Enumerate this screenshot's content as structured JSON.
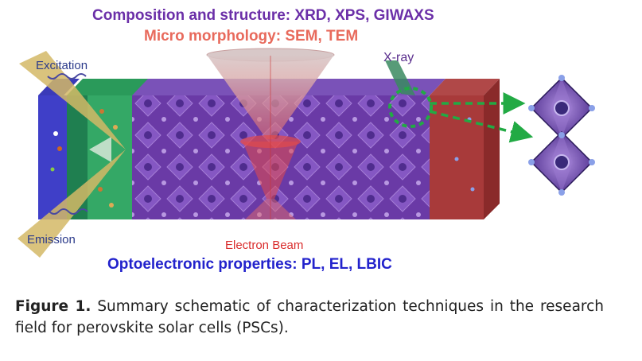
{
  "labels": {
    "composition": "Composition and structure:  XRD,  XPS, GIWAXS",
    "micro": "Micro morphology:    SEM, TEM",
    "xray": "X-ray",
    "excitation": "Excitation",
    "emission": "Emission",
    "electron_beam": "Electron Beam",
    "opto": "Optoelectronic properties:   PL, EL, LBIC"
  },
  "caption": {
    "figure_label": "Figure 1.",
    "text": " Summary schematic of characterization techniques in the research field for perovskite solar cells (PSCs)."
  },
  "colors": {
    "composition_text": "#6b2fa8",
    "micro_text": "#e86a5c",
    "opto_text": "#2222cc",
    "electron_beam_text": "#d92b2b",
    "xray_arrow": "#22aa44"
  },
  "icons": [
    "lightning-cone-icon",
    "electron-beam-cone-icon",
    "xray-cone-icon",
    "octahedron-crystal-icon"
  ]
}
